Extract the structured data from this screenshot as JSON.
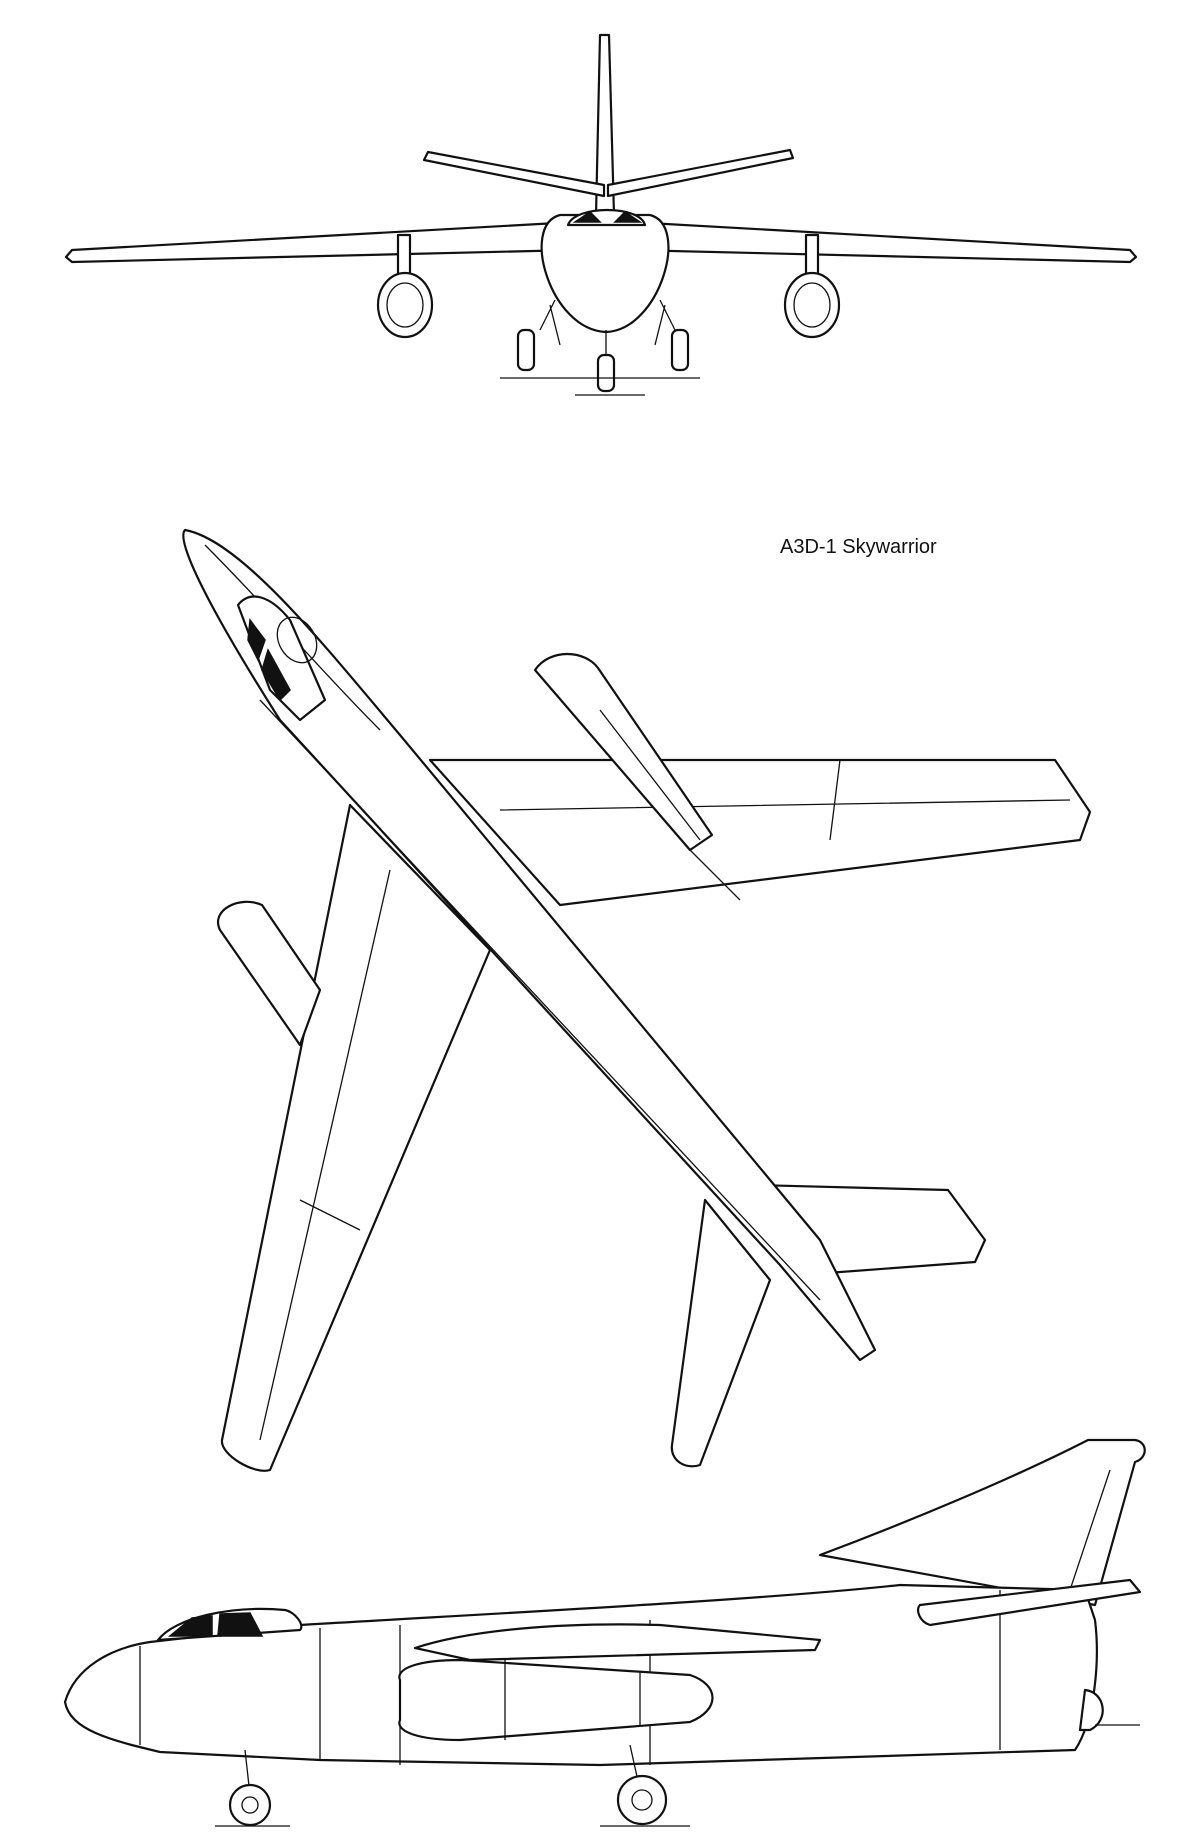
{
  "drawing": {
    "caption": "A3D-1 Skywarrior",
    "views": {
      "front": "front view",
      "plan": "plan view",
      "side": "side view"
    },
    "colors": {
      "ink": "#111111",
      "paper": "#ffffff"
    }
  }
}
